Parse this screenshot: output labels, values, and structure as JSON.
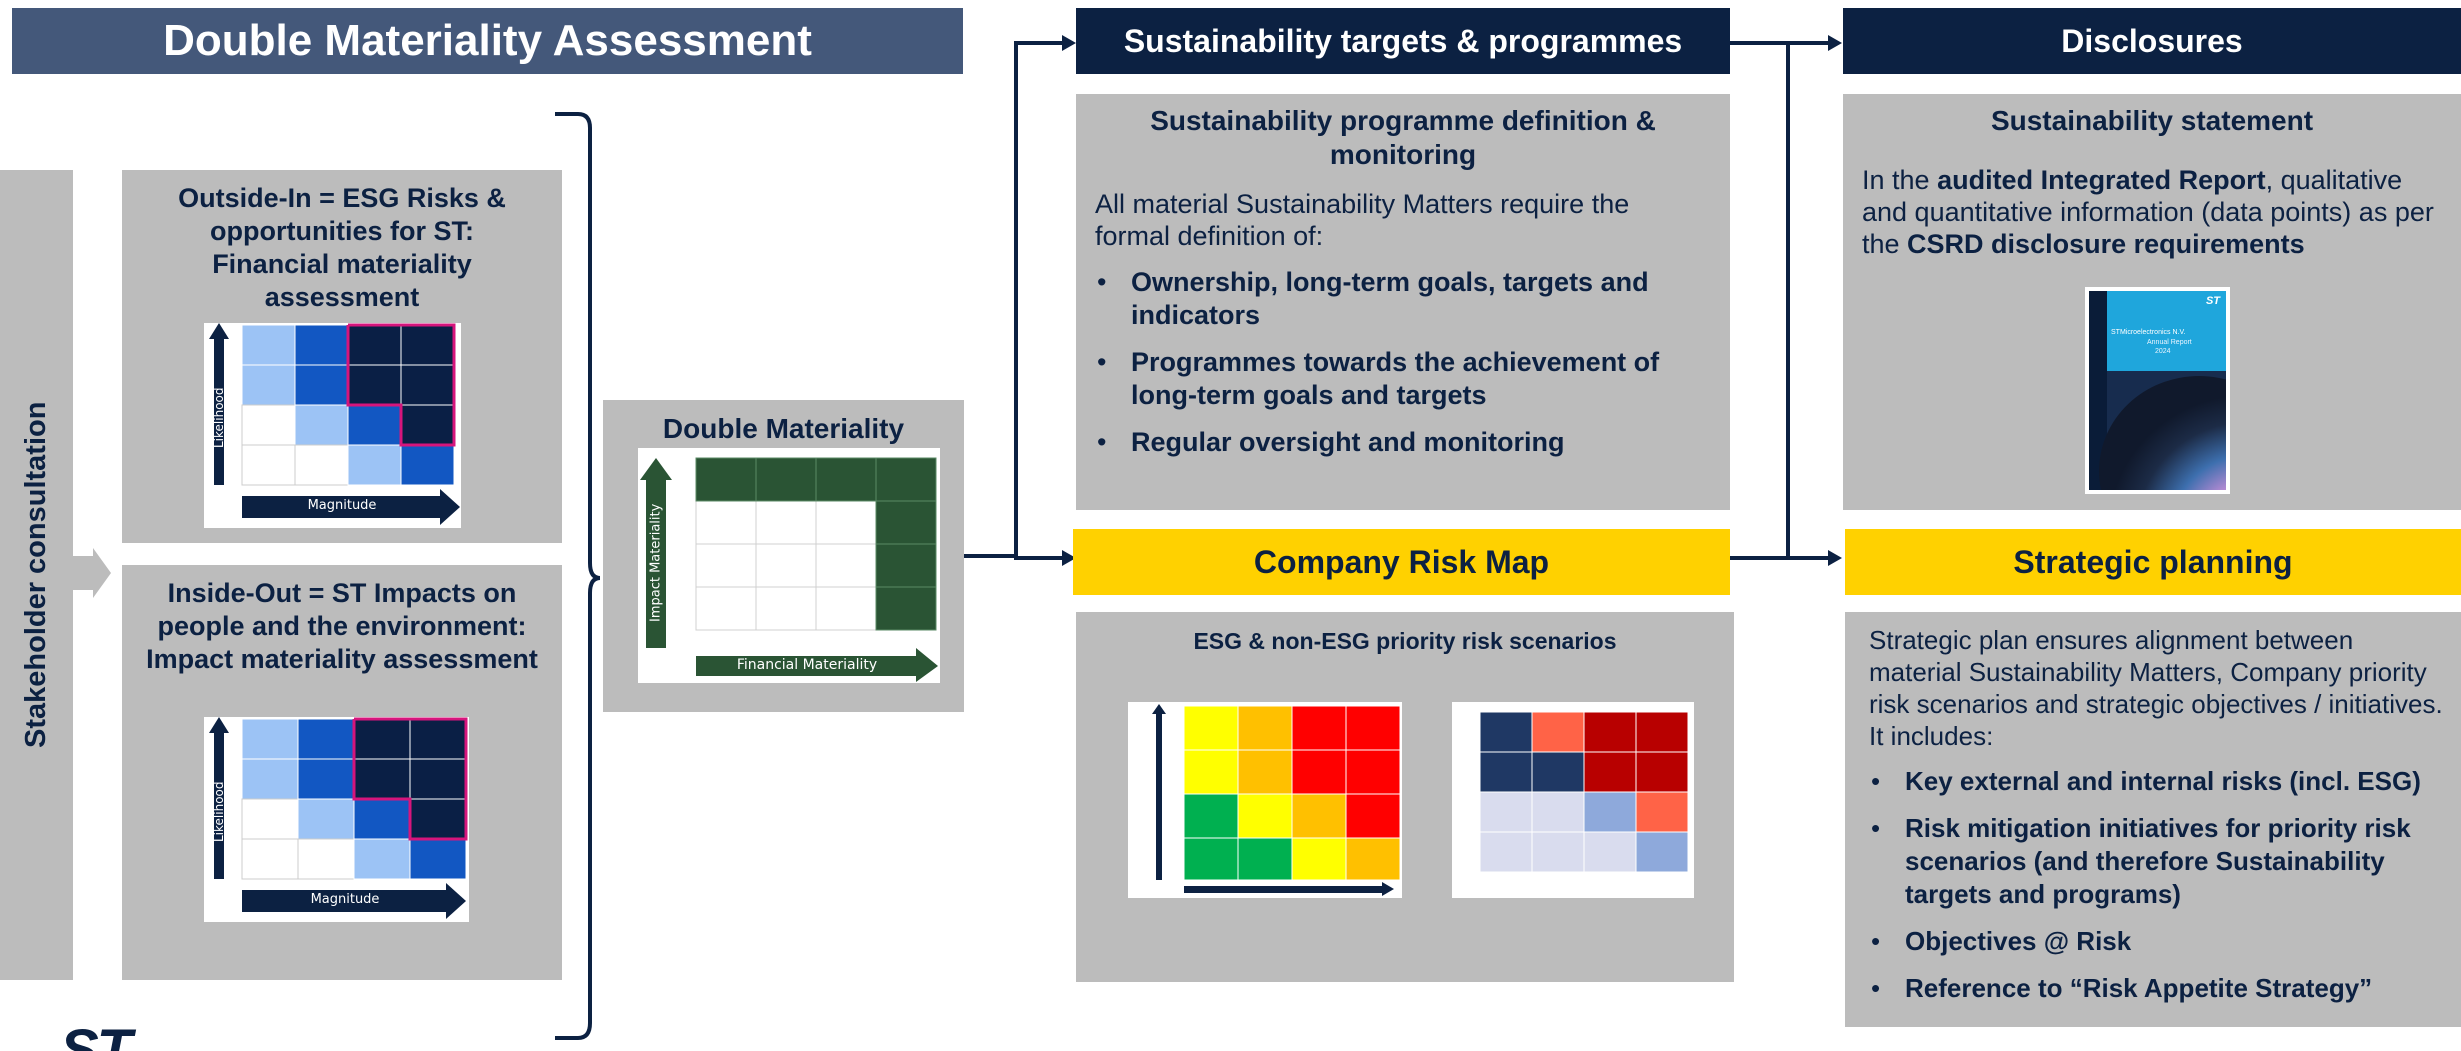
{
  "title": "Double Materiality Assessment",
  "stakeholder_label": "Stakeholder consultation",
  "outside_in": {
    "heading": "Outside-In = ESG Risks & opportunities for ST: Financial materiality assessment",
    "y_label": "Likelihood",
    "x_label": "Magnitude"
  },
  "inside_out": {
    "heading": "Inside-Out = ST Impacts on people and the environment: Impact materiality assessment",
    "y_label": "Likelihood",
    "x_label": "Magnitude"
  },
  "double_materiality": {
    "heading": "Double Materiality",
    "y_label": "Impact Materiality",
    "x_label": "Financial Materiality"
  },
  "targets": {
    "bar_label": "Sustainability targets & programmes",
    "box_heading": "Sustainability programme definition & monitoring",
    "intro": "All material Sustainability Matters require the formal definition of:",
    "bullets": [
      "Ownership, long-term goals, targets and indicators",
      "Programmes towards the achievement of long-term  goals and targets",
      "Regular oversight and monitoring"
    ]
  },
  "risk_map": {
    "bar_label": "Company Risk Map",
    "box_heading": "ESG & non-ESG priority risk scenarios"
  },
  "disclosures": {
    "bar_label": "Disclosures",
    "box_heading": "Sustainability statement",
    "text_part1": "In the ",
    "text_bold1": "audited Integrated Report",
    "text_part2": ", qualitative and quantitative information (data points) as per the ",
    "text_bold2": "CSRD disclosure requirements",
    "report_brand": "ST",
    "report_title": "STMicroelectronics N.V.",
    "report_subtitle": "Annual Report",
    "report_year": "2024"
  },
  "strategic": {
    "bar_label": "Strategic planning",
    "intro": "Strategic plan ensures alignment between material Sustainability Matters, Company priority risk scenarios and strategic objectives / initiatives. It includes:",
    "bullets": [
      "Key external and internal risks (incl. ESG)",
      "Risk mitigation initiatives for priority risk scenarios (and therefore Sustainability targets and programs)",
      "Objectives @ Risk",
      "Reference to “Risk Appetite Strategy”"
    ]
  },
  "logo_text": "ST",
  "colors": {
    "navy": "#0c2142",
    "title_bar": "#44587a",
    "yellow": "#ffd100",
    "grey_box": "#bcbcbc",
    "dark_green": "#2a5434",
    "light_blue": "#9cc3f5",
    "mid_blue": "#1257c2",
    "dark_navy_cell": "#0a1f45",
    "magenta": "#d6157c"
  }
}
